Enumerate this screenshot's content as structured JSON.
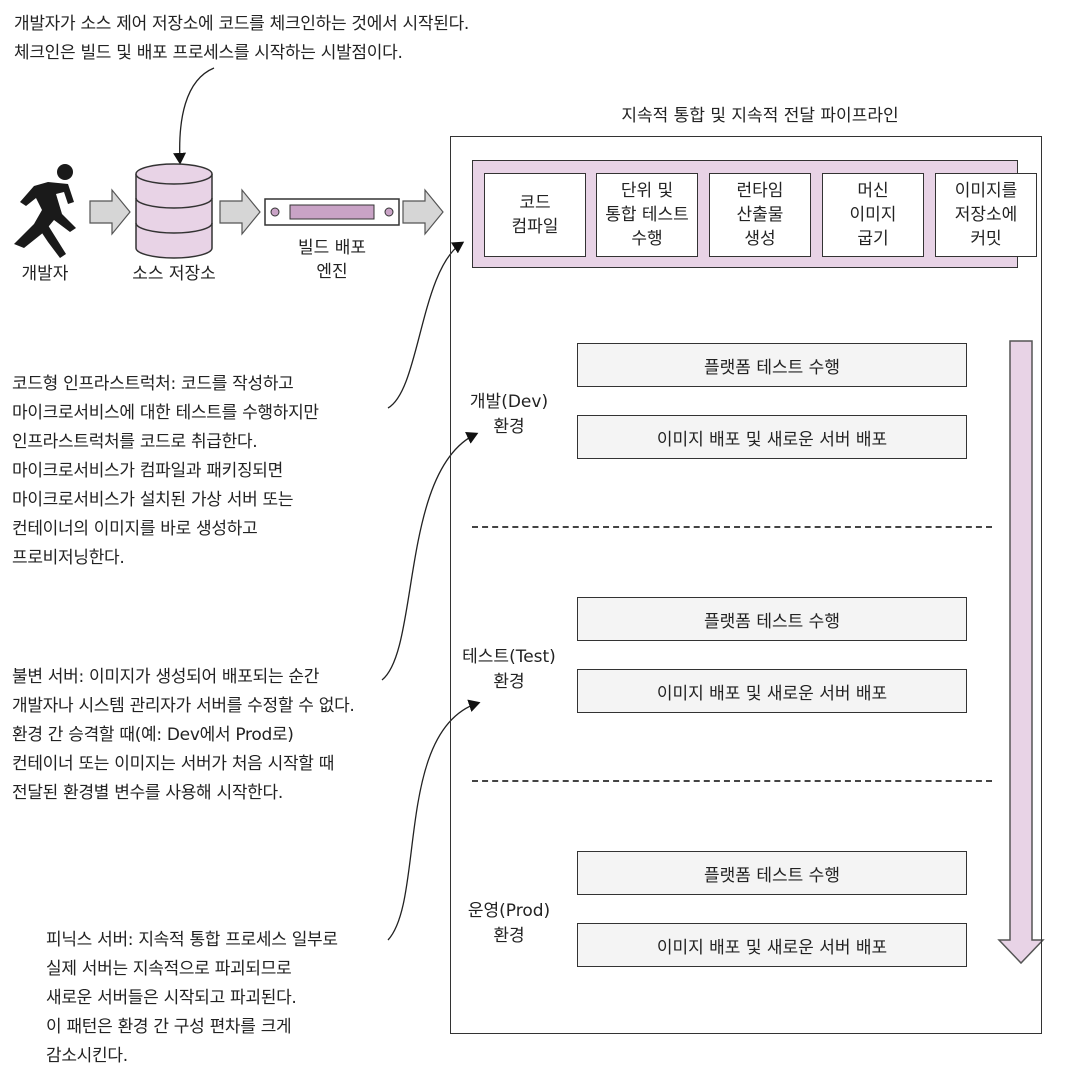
{
  "top_note": [
    "개발자가 소스 제어 저장소에 코드를 체크인하는 것에서 시작된다.",
    "체크인은 빌드 및 배포 프로세스를 시작하는 시발점이다."
  ],
  "flow": {
    "developer_label": "개발자",
    "repo_label": "소스 저장소",
    "engine_label": [
      "빌드 배포",
      "엔진"
    ]
  },
  "pipeline": {
    "title": "지속적 통합 및 지속적 전달 파이프라인",
    "stages": [
      [
        "코드",
        "컴파일"
      ],
      [
        "단위 및",
        "통합 테스트",
        "수행"
      ],
      [
        "런타임",
        "산출물",
        "생성"
      ],
      [
        "머신",
        "이미지",
        "굽기"
      ],
      [
        "이미지를",
        "저장소에",
        "커밋"
      ]
    ],
    "environments": [
      {
        "label": [
          "개발(Dev)",
          "환경"
        ],
        "test_step": "플랫폼 테스트 수행",
        "deploy_step": "이미지 배포 및 새로운 서버 배포"
      },
      {
        "label": [
          "테스트(Test)",
          "환경"
        ],
        "test_step": "플랫폼 테스트 수행",
        "deploy_step": "이미지 배포 및 새로운 서버 배포"
      },
      {
        "label": [
          "운영(Prod)",
          "환경"
        ],
        "test_step": "플랫폼 테스트 수행",
        "deploy_step": "이미지 배포 및 새로운 서버 배포"
      }
    ]
  },
  "notes": {
    "iac": [
      "코드형 인프라스트럭처: 코드를 작성하고",
      "마이크로서비스에 대한 테스트를 수행하지만",
      "인프라스트럭처를 코드로 취급한다.",
      "마이크로서비스가 컴파일과 패키징되면",
      "마이크로서비스가 설치된 가상 서버 또는",
      "컨테이너의 이미지를 바로 생성하고",
      "프로비저닝한다."
    ],
    "immutable": [
      "불변 서버: 이미지가 생성되어 배포되는 순간",
      "개발자나 시스템 관리자가 서버를 수정할 수 없다.",
      "환경 간 승격할 때(예: Dev에서 Prod로)",
      "컨테이너 또는 이미지는 서버가 처음 시작할 때",
      "전달된 환경별 변수를 사용해 시작한다."
    ],
    "phoenix": [
      "피닉스 서버: 지속적 통합 프로세스 일부로",
      "실제 서버는 지속적으로 파괴되므로",
      "새로운 서버들은 시작되고 파괴된다.",
      "이 패턴은 환경 간 구성 편차를 크게",
      "감소시킨다."
    ]
  },
  "colors": {
    "accent_fill": "#e8d3e6",
    "engine_bar": "#c9a3c6",
    "gray_arrow": "#d6d6d6",
    "line": "#333333"
  },
  "icons": [
    "runner-icon",
    "database-icon",
    "server-rack-icon"
  ]
}
